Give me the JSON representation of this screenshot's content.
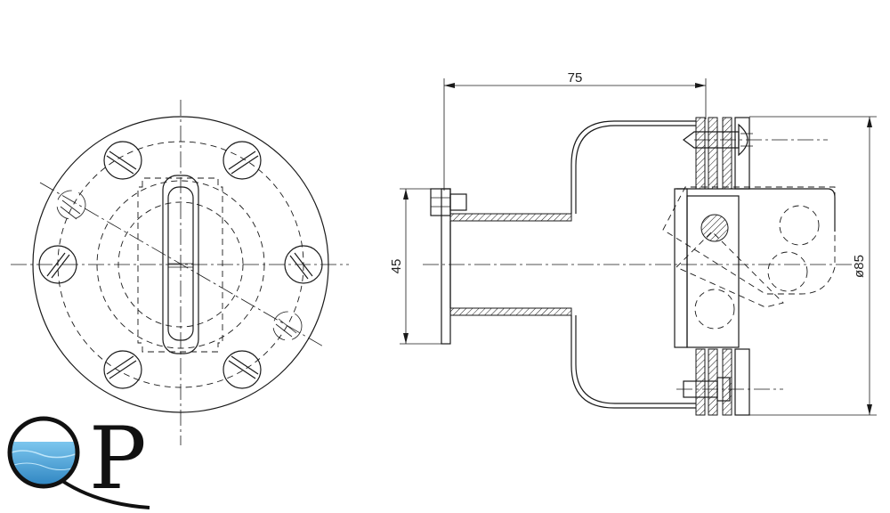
{
  "dimensions": {
    "length": "75",
    "height": "45",
    "diameter": "ø85"
  },
  "logo": {
    "text": "QP",
    "water_color": "#3b9fd8"
  }
}
